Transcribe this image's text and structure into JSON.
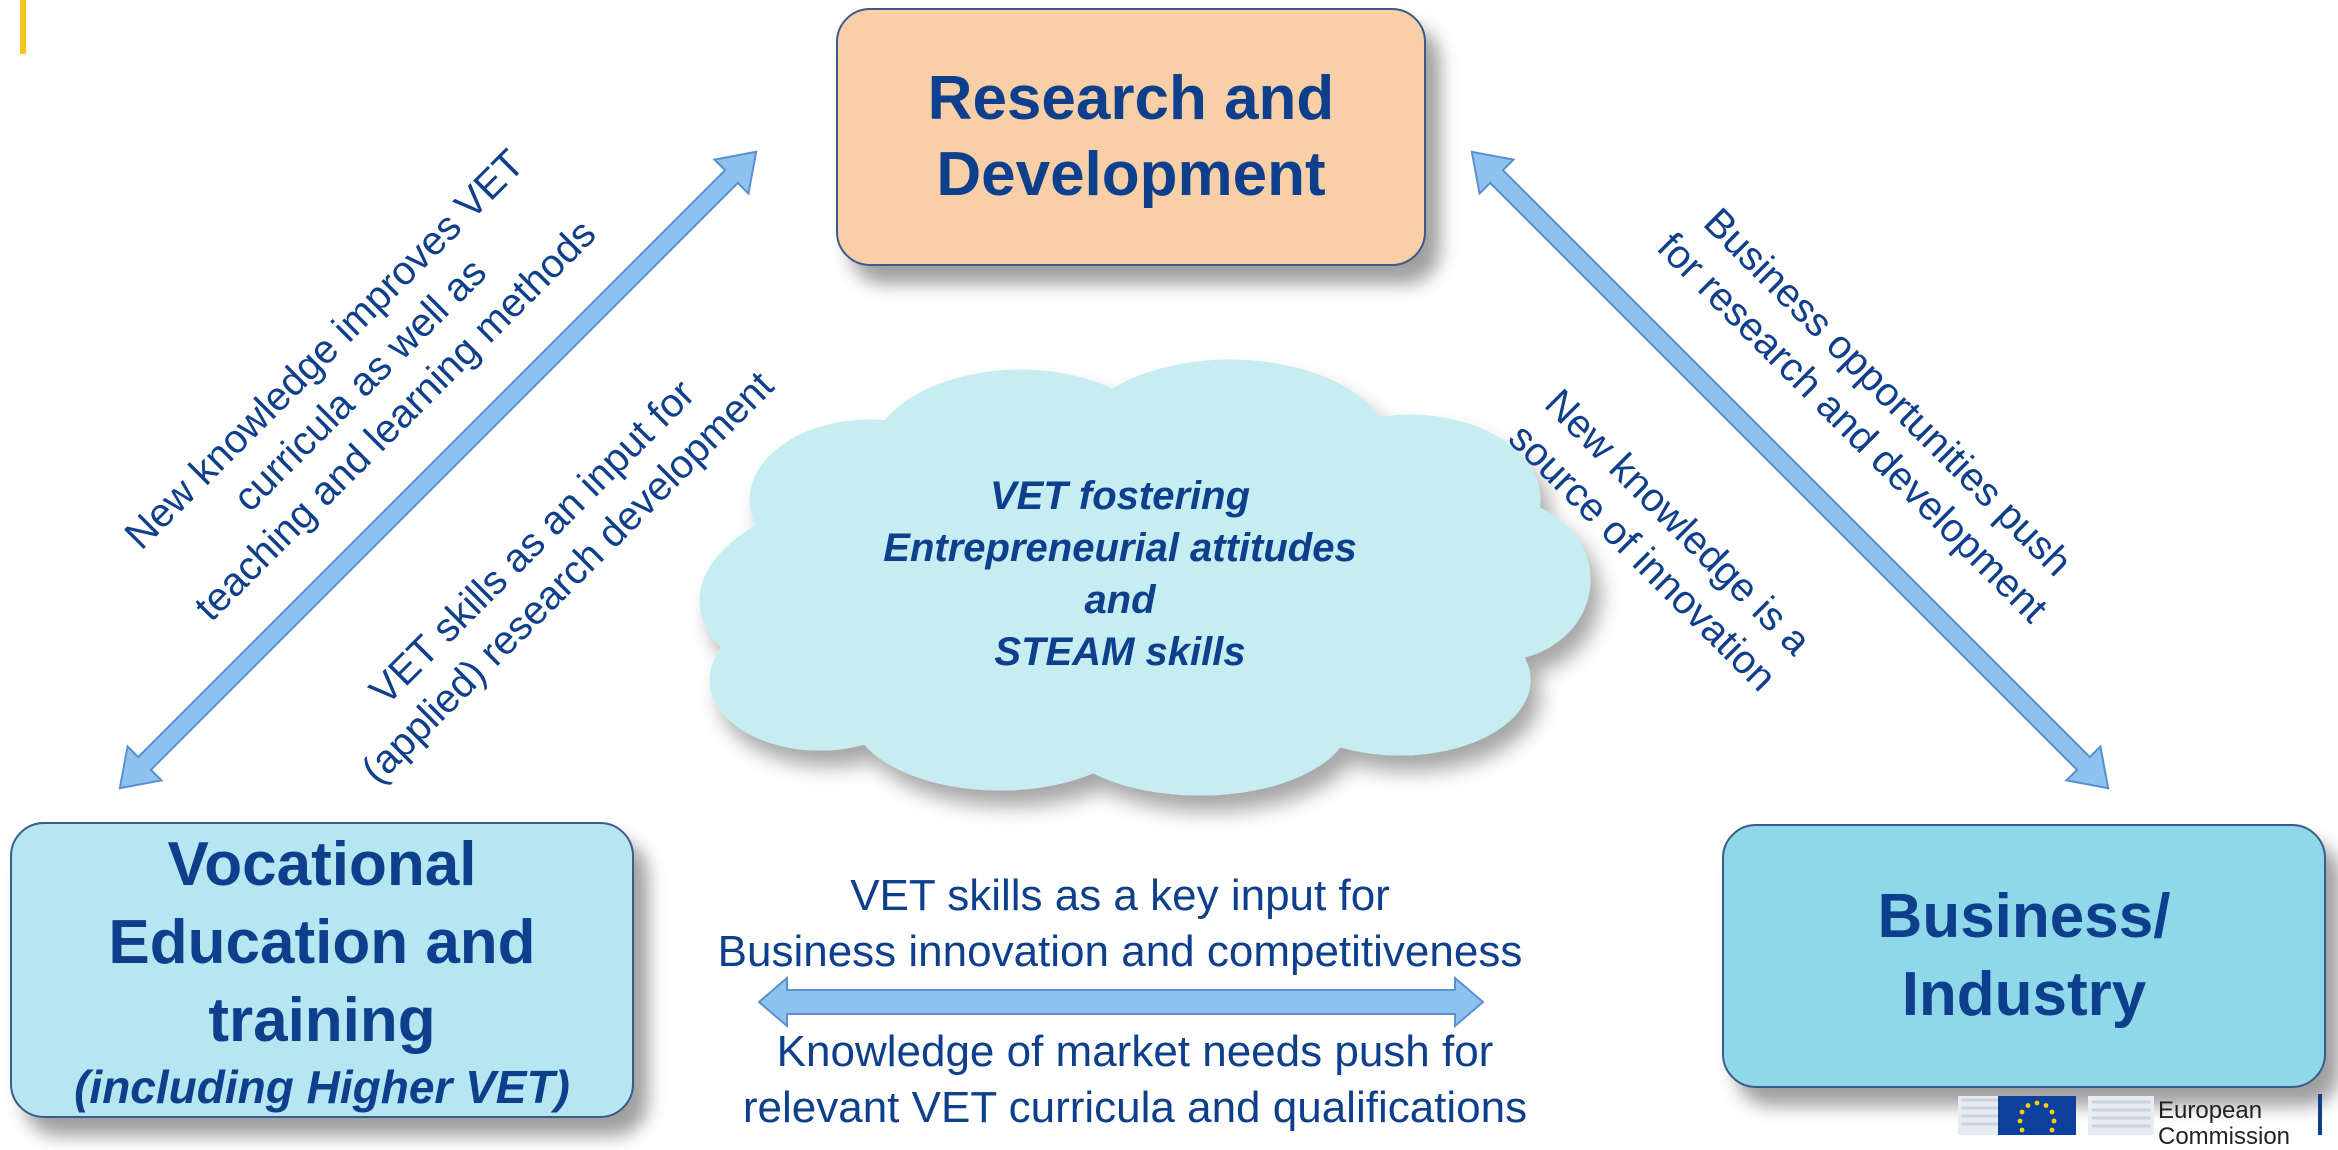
{
  "nodes": {
    "research": {
      "line1": "Research and",
      "line2": "Development"
    },
    "vet": {
      "line1": "Vocational",
      "line2": "Education and",
      "line3": "training",
      "sub": "(including Higher VET)"
    },
    "business": {
      "line1": "Business/",
      "line2": "Industry"
    }
  },
  "cloud": {
    "line1": "VET fostering",
    "line2": "Entrepreneurial attitudes",
    "line3": "and",
    "line4": "STEAM skills"
  },
  "left_arrow": {
    "outer_line1": "New knowledge improves VET",
    "outer_line2": "curricula as well as",
    "outer_line3": "teaching and learning methods",
    "inner_line1": "VET skills as an input for",
    "inner_line2": "(applied) research development"
  },
  "right_arrow": {
    "outer_line1": "Business opportunities push",
    "outer_line2": "for research and development",
    "inner_line1": "New knowledge is a",
    "inner_line2": "source of innovation"
  },
  "bottom_arrow": {
    "top_line1": "VET skills as a key input for",
    "top_line2": "Business innovation and competitiveness",
    "bottom_line1": "Knowledge of market needs push for",
    "bottom_line2": "relevant VET curricula and qualifications"
  },
  "logo": {
    "line1": "European",
    "line2": "Commission"
  },
  "colors": {
    "text": "#0d3f8c",
    "research_fill": "#f8cfa6",
    "vet_fill": "#b6e6f2",
    "business_fill": "#8fd8ea",
    "cloud_fill": "#c5edf2",
    "arrow_fill": "#8ec3f0",
    "accent": "#f5c518"
  }
}
